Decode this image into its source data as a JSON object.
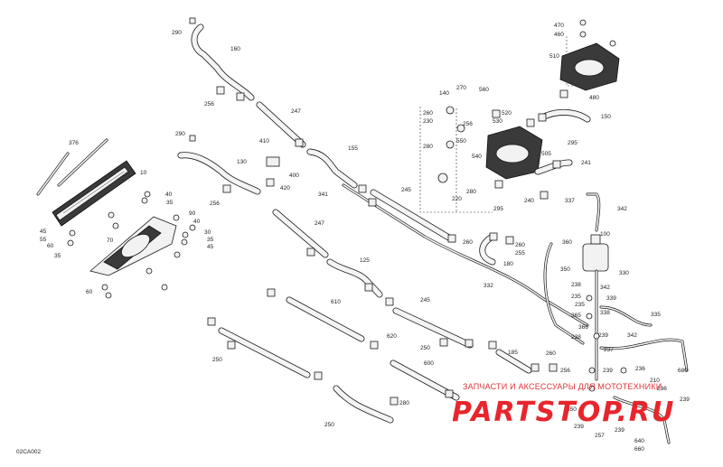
{
  "diagram_code": "02CA002",
  "watermark": {
    "caption": "ЗАПЧАСТИ И АКСЕССУАРЫ ДЛЯ МОТОТЕХНИКИ",
    "brand": "PARTSTOP.RU"
  },
  "callouts": {
    "c10": "10",
    "c35a": "35",
    "c35b": "35",
    "c35c": "35",
    "c40a": "40",
    "c40b": "40",
    "c45a": "45",
    "c45b": "45",
    "c55": "55",
    "c60a": "60",
    "c60b": "60",
    "c70": "70",
    "c30": "30",
    "c90": "90",
    "c100": "100",
    "c125": "125",
    "c130": "130",
    "c140": "140",
    "c150": "150",
    "c155": "155",
    "c160": "160",
    "c180": "180",
    "c185": "185",
    "c210": "210",
    "c220": "220",
    "c230": "230",
    "c235a": "235",
    "c235b": "235",
    "c236a": "236",
    "c236b": "236",
    "c237": "237",
    "c238a": "238",
    "c238b": "238",
    "c239a": "239",
    "c239b": "239",
    "c239c": "239",
    "c239d": "239",
    "c240": "240",
    "c241": "241",
    "c245a": "245",
    "c245b": "245",
    "c247a": "247",
    "c247b": "247",
    "c250a": "250",
    "c250b": "250",
    "c250c": "250",
    "c255": "255",
    "c256a": "256",
    "c256b": "256",
    "c256c": "256",
    "c256d": "256",
    "c257": "257",
    "c260a": "260",
    "c260b": "260",
    "c260c": "260",
    "c260d": "260",
    "c260e": "260",
    "c260f": "260",
    "c270": "270",
    "c280a": "280",
    "c280b": "280",
    "c280c": "280",
    "c290a": "290",
    "c290b": "290",
    "c295a": "295",
    "c295b": "295",
    "c330": "330",
    "c332": "332",
    "c335": "335",
    "c337": "337",
    "c338": "338",
    "c339": "339",
    "c341": "341",
    "c342a": "342",
    "c342b": "342",
    "c342c": "342",
    "c350": "350",
    "c360": "360",
    "c365": "365",
    "c366": "366",
    "c376": "376",
    "c400": "400",
    "c410": "410",
    "c420": "420",
    "c460": "460",
    "c470": "470",
    "c480": "480",
    "c505": "505",
    "c510": "510",
    "c520": "520",
    "c530": "530",
    "c540": "540",
    "c550": "550",
    "c560": "560",
    "c600": "600",
    "c610": "610",
    "c620": "620",
    "c640": "640",
    "c650": "650",
    "c660": "660",
    "c680": "680"
  }
}
